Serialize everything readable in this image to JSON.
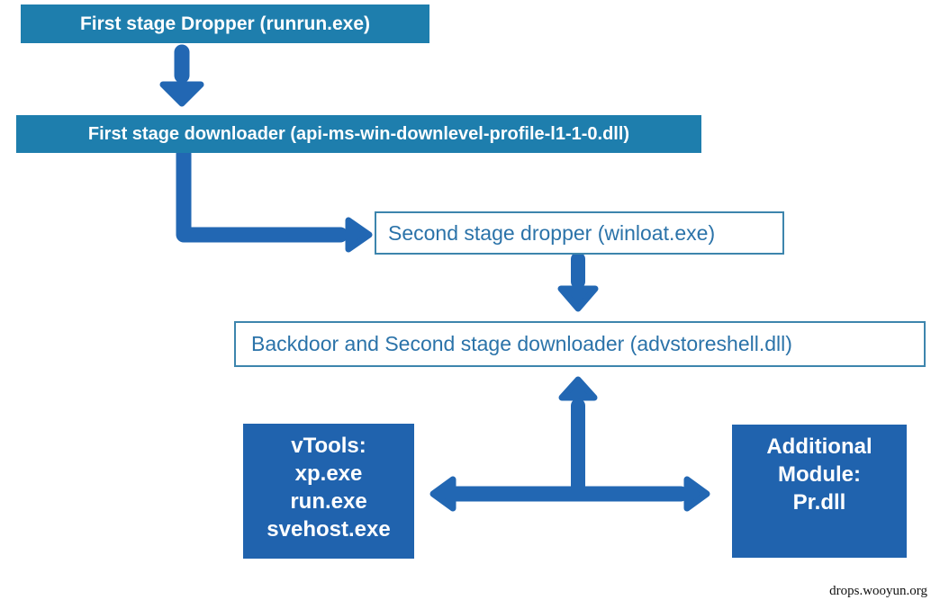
{
  "diagram": {
    "nodes": {
      "first_stage_dropper": {
        "label": "First stage Dropper (runrun.exe)"
      },
      "first_stage_downloader": {
        "label": "First stage downloader (api-ms-win-downlevel-profile-l1-1-0.dll)"
      },
      "second_stage_dropper": {
        "label": "Second stage dropper (winloat.exe)"
      },
      "backdoor_downloader": {
        "label": "Backdoor and Second stage downloader (advstoreshell.dll)"
      },
      "vtools": {
        "lines": [
          "vTools:",
          "xp.exe",
          "run.exe",
          "svehost.exe"
        ]
      },
      "additional_module": {
        "lines": [
          "Additional",
          "Module:",
          "Pr.dll"
        ]
      }
    },
    "edges": [
      {
        "from": "first_stage_dropper",
        "to": "first_stage_downloader",
        "type": "arrow-down"
      },
      {
        "from": "first_stage_downloader",
        "to": "second_stage_dropper",
        "type": "elbow-right-arrow"
      },
      {
        "from": "second_stage_dropper",
        "to": "backdoor_downloader",
        "type": "arrow-down"
      },
      {
        "from": "branch-junction",
        "to": "backdoor_downloader",
        "type": "arrow-up"
      },
      {
        "from": "branch-junction",
        "to": "vtools",
        "type": "arrow-left"
      },
      {
        "from": "branch-junction",
        "to": "additional_module",
        "type": "arrow-right"
      }
    ],
    "colors": {
      "teal_box_fill": "#1e7ead",
      "blue_box_fill": "#2063ae",
      "arrow_blue": "#2267b3",
      "outline_border": "#3d85ad",
      "outline_text": "#2b73a9",
      "box_text": "#ffffff",
      "credit_text": "#111111"
    },
    "credit": "drops.wooyun.org"
  }
}
